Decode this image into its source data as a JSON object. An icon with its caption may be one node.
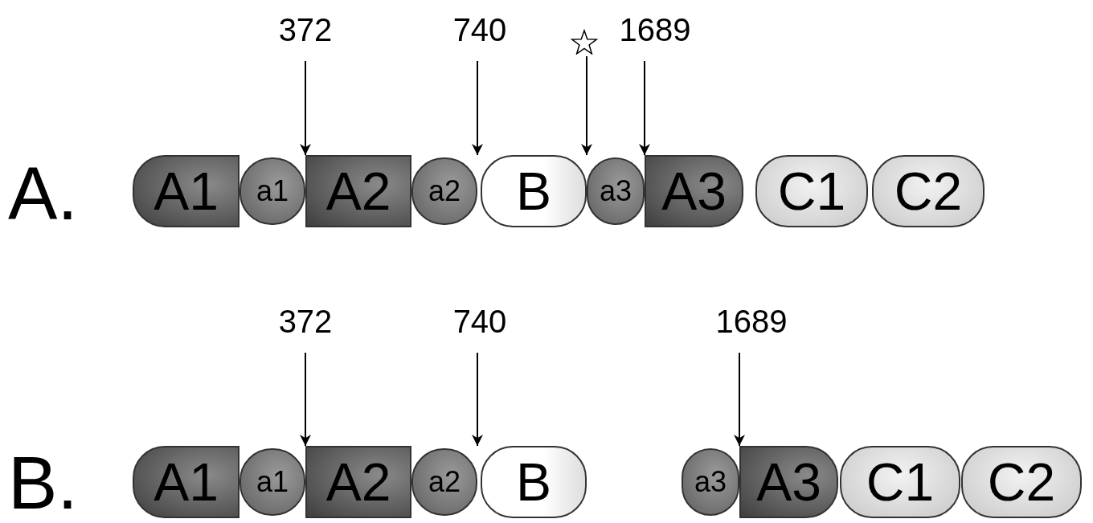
{
  "diagram": {
    "nodes": [
      {
        "text": [
          "372"
        ]
      },
      {
        "text": [
          "740"
        ]
      },
      {
        "text": [],
        "shape": "star"
      },
      {
        "text": [
          "1689"
        ]
      },
      {
        "text": [
          "A1"
        ]
      },
      {
        "text": [
          "a1"
        ]
      },
      {
        "text": [
          "A2"
        ]
      },
      {
        "text": [
          "a2"
        ]
      },
      {
        "text": [
          "B"
        ]
      },
      {
        "text": [
          "a3"
        ]
      },
      {
        "text": [
          "A3"
        ]
      },
      {
        "text": [
          "C1"
        ]
      },
      {
        "text": [
          "C2"
        ]
      },
      {
        "text": [
          "372"
        ]
      },
      {
        "text": [
          "740"
        ]
      },
      {
        "text": [
          "1689"
        ]
      },
      {
        "text": [
          "A1"
        ]
      },
      {
        "text": [
          "a1"
        ]
      },
      {
        "text": [
          "A2"
        ]
      },
      {
        "text": [
          "a2"
        ]
      },
      {
        "text": [
          "B"
        ]
      },
      {
        "text": [
          "a3"
        ]
      },
      {
        "text": [
          "A3"
        ]
      },
      {
        "text": [
          "C1"
        ]
      },
      {
        "text": [
          "C2"
        ]
      }
    ],
    "edges": [
      {
        "from": 0,
        "to": 5,
        "arrow": "to"
      },
      {
        "from": 1,
        "to": 7,
        "arrow": "to"
      },
      {
        "from": 2,
        "to": 9,
        "arrow": "to"
      },
      {
        "from": 3,
        "to": 9,
        "arrow": "to"
      },
      {
        "from": 13,
        "to": 17,
        "arrow": "to"
      },
      {
        "from": 14,
        "to": 19,
        "arrow": "to"
      },
      {
        "from": 15,
        "to": 21,
        "arrow": "to"
      }
    ],
    "labels": [
      "A.",
      "B."
    ]
  }
}
